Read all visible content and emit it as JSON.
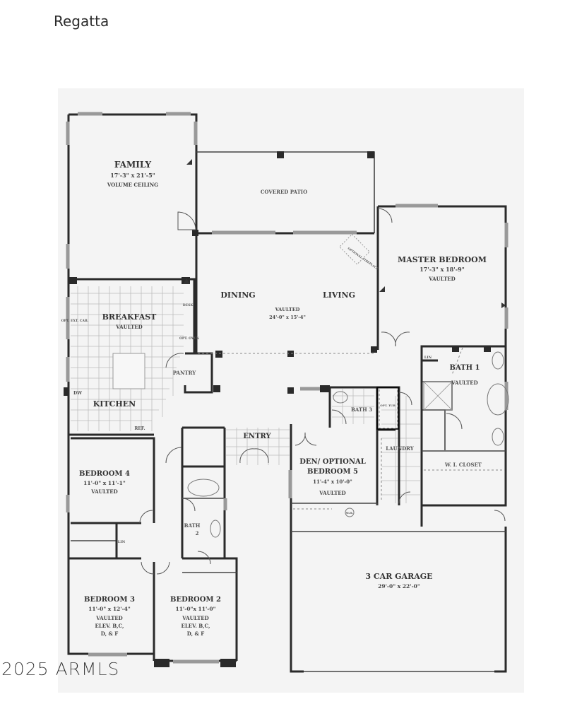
{
  "header": {
    "title": "Regatta"
  },
  "watermark": "2025 ARMLS",
  "rooms": {
    "family": {
      "name": "FAMILY",
      "dims": "17'-3\" x 21'-5\"",
      "note": "VOLUME CEILING"
    },
    "covered_patio": {
      "name": "COVERED PATIO"
    },
    "optional_fireplace": {
      "name": "OPTIONAL FIREPLACE"
    },
    "dining": {
      "name": "DINING"
    },
    "living": {
      "name": "LIVING"
    },
    "dining_living": {
      "note": "VAULTED",
      "dims": "24'-0\" x 15'-4\""
    },
    "master_bedroom": {
      "name": "MASTER BEDROOM",
      "dims": "17'-3\" x 18'-9\"",
      "note": "VAULTED"
    },
    "breakfast": {
      "name": "BREAKFAST",
      "note": "VAULTED"
    },
    "kitchen": {
      "name": "KITCHEN"
    },
    "pantry": {
      "name": "PANTRY"
    },
    "bath1": {
      "name": "BATH 1",
      "note": "VAULTED"
    },
    "bath3": {
      "name": "BATH 3"
    },
    "laundry": {
      "name": "LAUNDRY"
    },
    "wi_closet": {
      "name": "W. I. CLOSET"
    },
    "entry": {
      "name": "ENTRY"
    },
    "den": {
      "name": "DEN/ OPTIONAL",
      "name2": "BEDROOM 5",
      "dims": "11'-4\" x 10'-0\"",
      "note": "VAULTED"
    },
    "bedroom4": {
      "name": "BEDROOM 4",
      "dims": "11'-0\" x 11'-1\"",
      "note": "VAULTED"
    },
    "bath2": {
      "name": "BATH",
      "name2": "2"
    },
    "bedroom3": {
      "name": "BEDROOM 3",
      "dims": "11'-0\" x 12'-4\"",
      "note": "VAULTED",
      "elev1": "ELEV. B,C,",
      "elev2": "D, & F"
    },
    "bedroom2": {
      "name": "BEDROOM 2",
      "dims": "11'-0\"x 11'-0\"",
      "note": "VAULTED",
      "elev1": "ELEV. B,C,",
      "elev2": "D, & F"
    },
    "garage": {
      "name": "3 CAR GARAGE",
      "dims": "29'-0\" x 22'-0\""
    }
  },
  "fixtures": {
    "desk": "DESK",
    "opt_oven": "OPT. OVEN",
    "opt_ext_cab": "OPT. EXT. CAB.",
    "dw": "DW",
    "ref": "REF.",
    "lin": "LIN",
    "opt_tub": "OPT. TUB",
    "wh": "W.H.",
    "lin_master": "LIN"
  }
}
